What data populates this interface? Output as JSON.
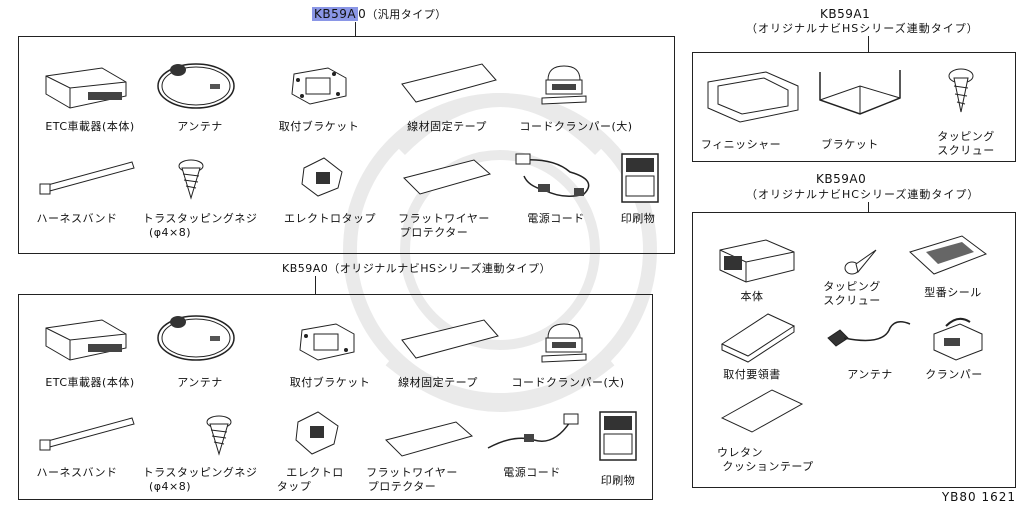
{
  "headers": {
    "kit1_code_highlight": "KB59A",
    "kit1_code_rest": "0",
    "kit1_type": "（汎用タイプ）",
    "kit2_title": "KB59A0（オリジナルナビHSシリーズ連動タイプ）",
    "kit3_code": "KB59A1",
    "kit3_type": "（オリジナルナビHSシリーズ連動タイプ）",
    "kit4_code": "KB59A0",
    "kit4_type": "（オリジナルナビHCシリーズ連動タイプ）"
  },
  "kit1": {
    "etc_unit": "ETC車載器(本体)",
    "antenna": "アンテナ",
    "bracket": "取付ブラケット",
    "tape": "線材固定テープ",
    "clamper": "コードクランパー(大)",
    "harness_band": "ハーネスバンド",
    "screw_line1": "トラスタッピングネジ",
    "screw_line2": "(φ4×8)",
    "electro_tap": "エレクトロタップ",
    "flat_line1": "フラットワイヤー",
    "flat_line2": "プロテクター",
    "power_cord": "電源コード",
    "printed": "印刷物"
  },
  "kit2": {
    "etc_unit": "ETC車載器(本体)",
    "antenna": "アンテナ",
    "bracket": "取付ブラケット",
    "tape": "線材固定テープ",
    "clamper": "コードクランパー(大)",
    "harness_band": "ハーネスバンド",
    "screw_line1": "トラスタッピングネジ",
    "screw_line2": "(φ4×8)",
    "electro_line1": "エレクトロ",
    "electro_line2": "タップ",
    "flat_line1": "フラットワイヤー",
    "flat_line2": "プロテクター",
    "power_cord": "電源コード",
    "printed": "印刷物"
  },
  "kit3": {
    "finisher": "フィニッシャー",
    "bracket": "ブラケット",
    "screw_line1": "タッピング",
    "screw_line2": "スクリュー"
  },
  "kit4": {
    "body": "本体",
    "screw_line1": "タッピング",
    "screw_line2": "スクリュー",
    "model_seal": "型番シール",
    "manual": "取付要領書",
    "antenna": "アンテナ",
    "clamper": "クランパー",
    "urethane_line1": "ウレタン",
    "urethane_line2": "クッションテープ"
  },
  "diagram_code": "YB80 1621"
}
